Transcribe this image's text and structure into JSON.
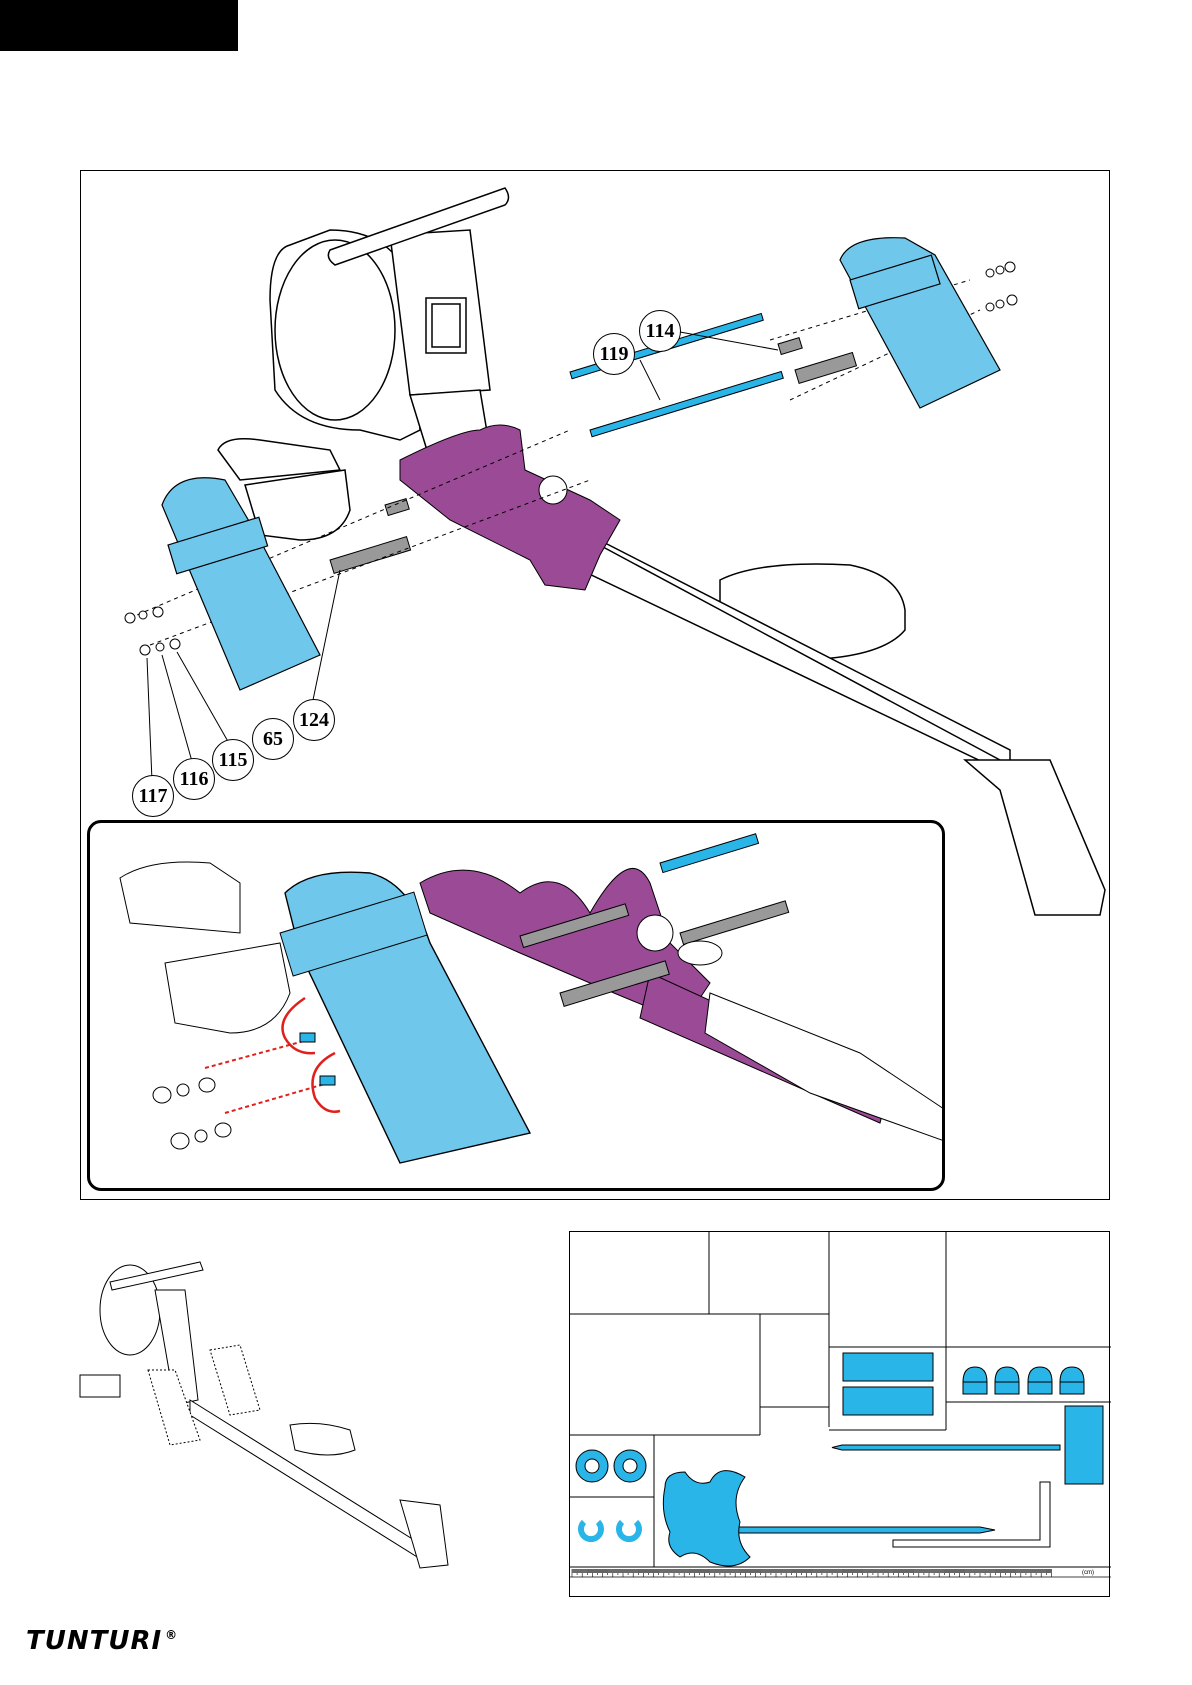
{
  "brand": {
    "logo_text": "TUNTURI",
    "registered_mark": "®"
  },
  "callouts": [
    {
      "id": "c114",
      "label": "114"
    },
    {
      "id": "c119",
      "label": "119"
    },
    {
      "id": "c124",
      "label": "124"
    },
    {
      "id": "c65",
      "label": "65"
    },
    {
      "id": "c115",
      "label": "115"
    },
    {
      "id": "c116",
      "label": "116"
    },
    {
      "id": "c117",
      "label": "117"
    }
  ],
  "parts_sheet": {
    "ruler_unit": "(cm)"
  },
  "colors": {
    "highlight_purple": "#9b4a96",
    "part_blue": "#29b5e8",
    "arrow_red": "#e0201c",
    "rod_grey": "#999999"
  }
}
